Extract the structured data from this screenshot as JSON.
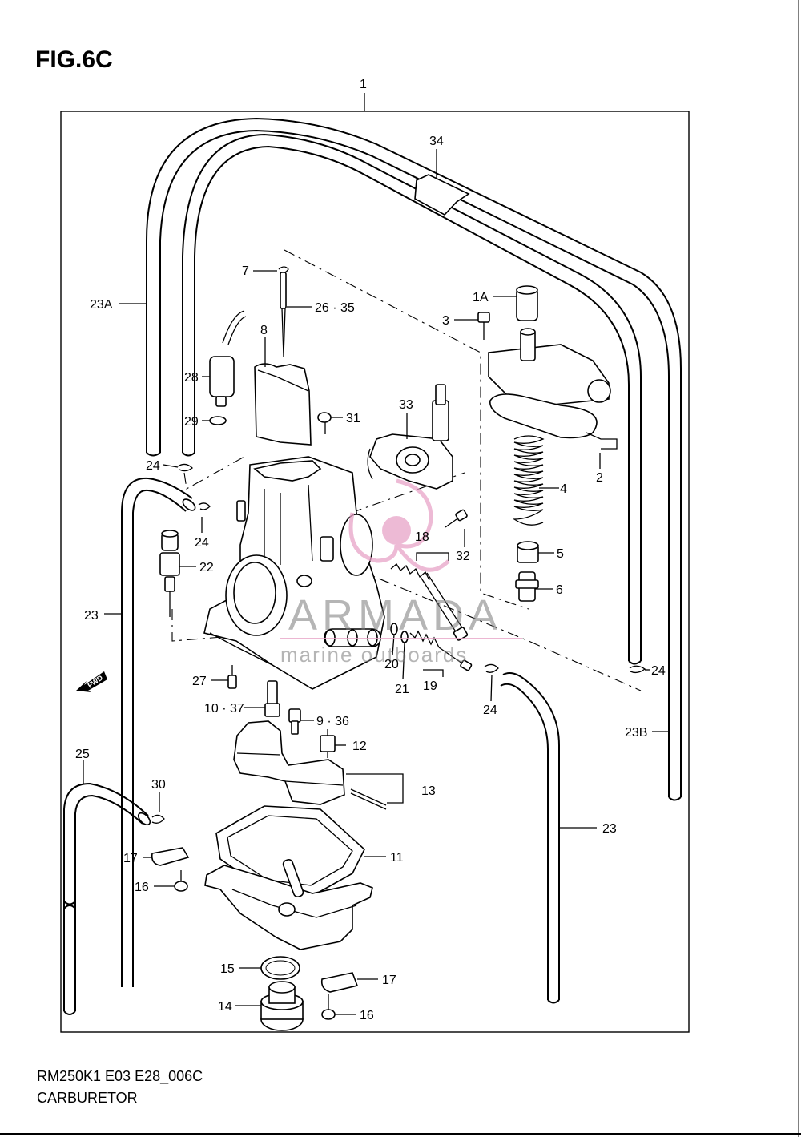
{
  "figure": {
    "title": "FIG.6C"
  },
  "footer": {
    "code": "RM250K1 E03 E28_006C",
    "name": "CARBURETOR"
  },
  "watermark": {
    "brand": "ARMADA",
    "tagline": "marine outboards",
    "logo_color": "#e8a4c8"
  },
  "fwd_label": "FWD",
  "callouts": [
    {
      "id": "c-1",
      "label": "1"
    },
    {
      "id": "c-34",
      "label": "34"
    },
    {
      "id": "c-7",
      "label": "7"
    },
    {
      "id": "c-26-35",
      "label": "26 · 35"
    },
    {
      "id": "c-1a",
      "label": "1A"
    },
    {
      "id": "c-3",
      "label": "3"
    },
    {
      "id": "c-23a",
      "label": "23A"
    },
    {
      "id": "c-8",
      "label": "8"
    },
    {
      "id": "c-28",
      "label": "28"
    },
    {
      "id": "c-33",
      "label": "33"
    },
    {
      "id": "c-31",
      "label": "31"
    },
    {
      "id": "c-29",
      "label": "29"
    },
    {
      "id": "c-24a",
      "label": "24"
    },
    {
      "id": "c-24b",
      "label": "24"
    },
    {
      "id": "c-2",
      "label": "2"
    },
    {
      "id": "c-4",
      "label": "4"
    },
    {
      "id": "c-18",
      "label": "18"
    },
    {
      "id": "c-32",
      "label": "32"
    },
    {
      "id": "c-5",
      "label": "5"
    },
    {
      "id": "c-22",
      "label": "22"
    },
    {
      "id": "c-6",
      "label": "6"
    },
    {
      "id": "c-23-left",
      "label": "23"
    },
    {
      "id": "c-20",
      "label": "20"
    },
    {
      "id": "c-24c",
      "label": "24"
    },
    {
      "id": "c-21",
      "label": "21"
    },
    {
      "id": "c-19",
      "label": "19"
    },
    {
      "id": "c-27",
      "label": "27"
    },
    {
      "id": "c-24d",
      "label": "24"
    },
    {
      "id": "c-10-37",
      "label": "10 · 37"
    },
    {
      "id": "c-9-36",
      "label": "9 · 36"
    },
    {
      "id": "c-23b",
      "label": "23B"
    },
    {
      "id": "c-12",
      "label": "12"
    },
    {
      "id": "c-25",
      "label": "25"
    },
    {
      "id": "c-30",
      "label": "30"
    },
    {
      "id": "c-13",
      "label": "13"
    },
    {
      "id": "c-23-right",
      "label": "23"
    },
    {
      "id": "c-17a",
      "label": "17"
    },
    {
      "id": "c-11",
      "label": "11"
    },
    {
      "id": "c-16a",
      "label": "16"
    },
    {
      "id": "c-15",
      "label": "15"
    },
    {
      "id": "c-17b",
      "label": "17"
    },
    {
      "id": "c-14",
      "label": "14"
    },
    {
      "id": "c-16b",
      "label": "16"
    }
  ]
}
